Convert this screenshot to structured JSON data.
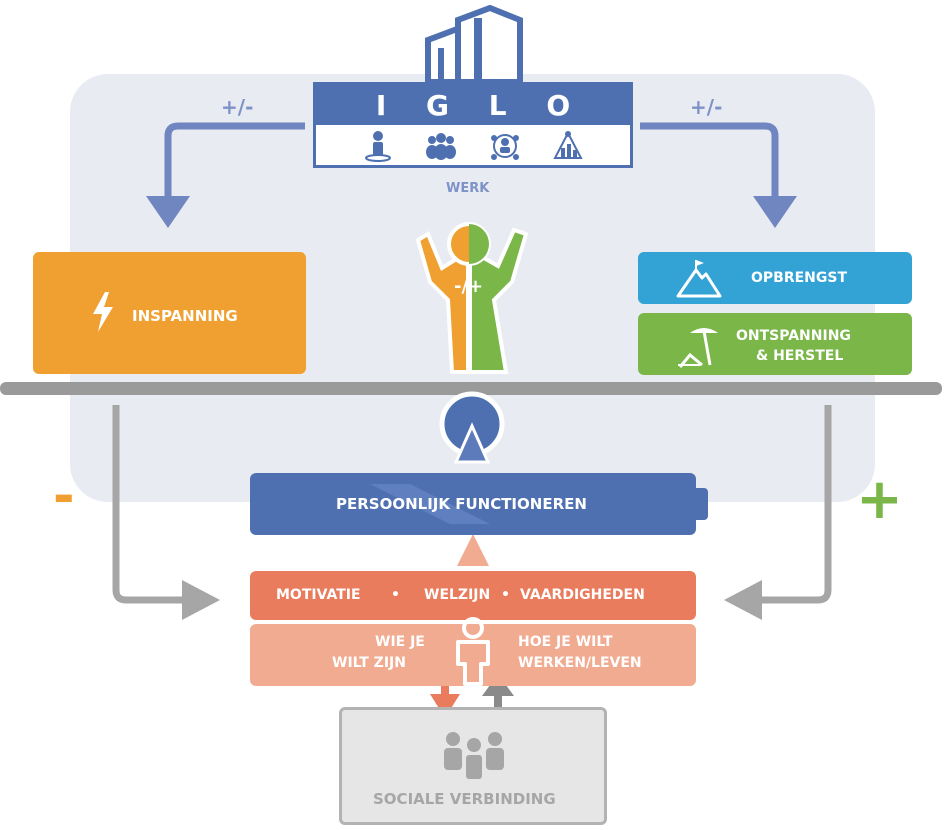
{
  "header": {
    "title_letters": [
      "I",
      "G",
      "L",
      "O"
    ],
    "subtitle": "WERK",
    "icons": [
      "individual-icon",
      "group-icon",
      "leader-network-icon",
      "organization-icon"
    ]
  },
  "left_arrow_label": "+/-",
  "right_arrow_label": "+/-",
  "inspanning": {
    "label": "INSPANNING",
    "icon": "lightning-icon"
  },
  "figure_label": "-/+",
  "opbrengst": {
    "label": "OPBRENGST",
    "icon": "mountain-flag-icon"
  },
  "herstel": {
    "line1": "ONTSPANNING",
    "line2": "& HERSTEL",
    "icon": "beach-umbrella-icon"
  },
  "minus_sign": "-",
  "plus_sign": "+",
  "persoonlijk": {
    "label": "PERSOONLIJK FUNCTIONEREN"
  },
  "mwv": {
    "item1": "MOTIVATIE",
    "item2": "WELZIJN",
    "item3": "VAARDIGHEDEN",
    "separator": "•"
  },
  "wie": {
    "left_line1": "WIE JE",
    "left_line2": "WILT ZIJN",
    "right_line1": "HOE JE WILT",
    "right_line2": "WERKEN/LEVEN"
  },
  "sociale": {
    "label": "SOCIALE VERBINDING"
  },
  "colors": {
    "blue": "#4f70b0",
    "orange": "#f0a030",
    "light_blue": "#33a2d4",
    "green": "#7ab648",
    "salmon": "#ea7c5e",
    "light_salmon": "#f1ab91",
    "gray": "#a6a6a6",
    "panel": "#e8ebf2"
  }
}
